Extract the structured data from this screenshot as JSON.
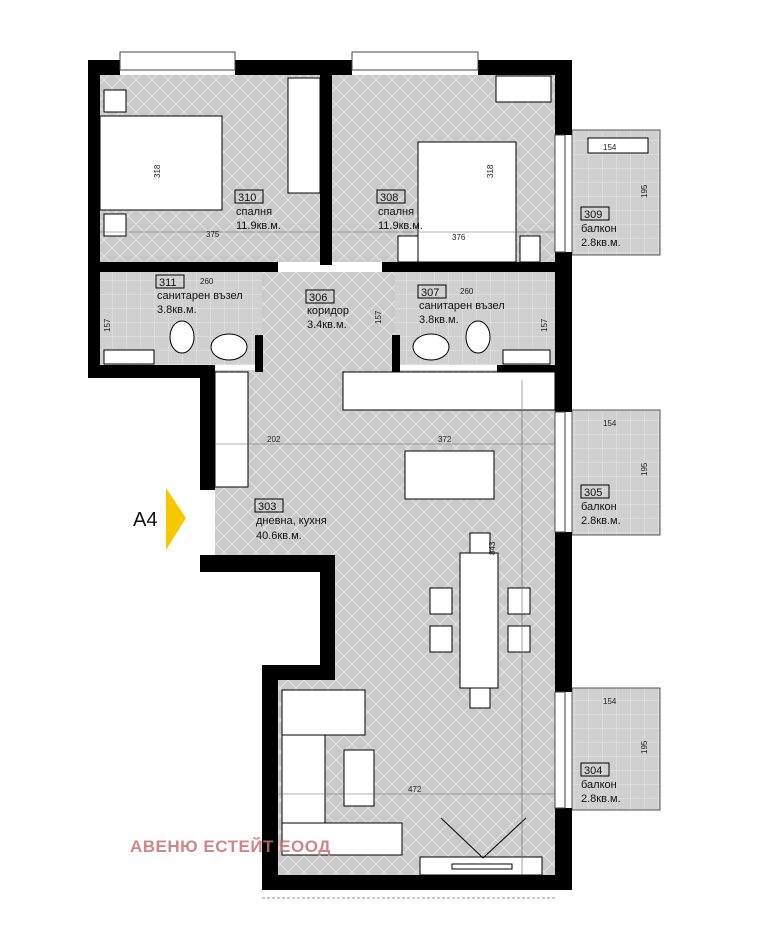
{
  "plan": {
    "entrance_label": "A4",
    "watermark": "АВЕНЮ ЕСТЕЙТ ЕООД",
    "colors": {
      "floor": "#c9c9c9",
      "wall": "#000000",
      "balcony": "#d2d2d2",
      "entrance_arrow": "#f5c800",
      "watermark": "#c97070"
    },
    "rooms": [
      {
        "id": "310",
        "name": "спалня",
        "area": "11.9кв.м."
      },
      {
        "id": "308",
        "name": "спалня",
        "area": "11.9кв.м."
      },
      {
        "id": "311",
        "name": "санитарен възел",
        "area": "3.8кв.м."
      },
      {
        "id": "306",
        "name": "коридор",
        "area": "3.4кв.м."
      },
      {
        "id": "307",
        "name": "санитарен възел",
        "area": "3.8кв.м."
      },
      {
        "id": "303",
        "name": "дневна, кухня",
        "area": "40.6кв.м."
      },
      {
        "id": "309",
        "name": "балкон",
        "area": "2.8кв.м."
      },
      {
        "id": "305",
        "name": "балкон",
        "area": "2.8кв.м."
      },
      {
        "id": "304",
        "name": "балкон",
        "area": "2.8кв.м."
      }
    ],
    "dimensions": {
      "bed310_h": "318",
      "room310_w": "375",
      "bed308_h": "318",
      "room308_w": "376",
      "bath311_w": "260",
      "bath311_h": "157",
      "corridor_h": "157",
      "bath307_w": "260",
      "bath307_h": "157",
      "living_w1": "202",
      "living_w2": "372",
      "living_h": "843",
      "living_w3": "472",
      "bal309_w": "154",
      "bal309_h": "195",
      "bal305_w": "154",
      "bal305_h": "195",
      "bal304_w": "154",
      "bal304_h": "195"
    }
  }
}
